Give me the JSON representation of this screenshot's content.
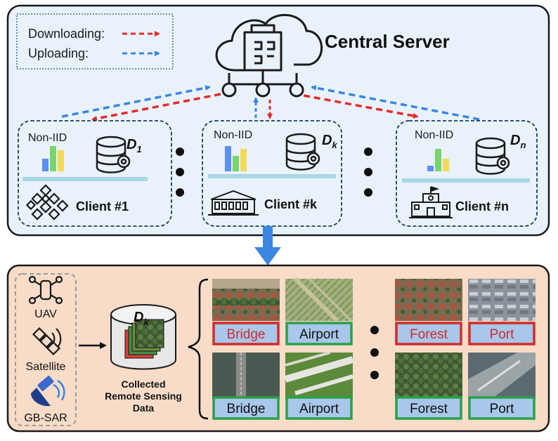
{
  "legend": {
    "downloading_label": "Downloading:",
    "uploading_label": "Uploading:",
    "download_color": "#e52a2a",
    "upload_color": "#3a86e0"
  },
  "server": {
    "title": "Central Server"
  },
  "clients": [
    {
      "noniid_label": "Non-IID",
      "dataset_label": "D",
      "dataset_sub": "1",
      "name": "Client #1",
      "icon": "drone-swarm-icon"
    },
    {
      "noniid_label": "Non-IID",
      "dataset_label": "D",
      "dataset_sub": "k",
      "name": "Client #k",
      "icon": "building-icon"
    },
    {
      "noniid_label": "Non-IID",
      "dataset_label": "D",
      "dataset_sub": "n",
      "name": "Client #n",
      "icon": "school-icon"
    }
  ],
  "sources": [
    {
      "label": "UAV",
      "icon": "uav-icon"
    },
    {
      "label": "Satellite",
      "icon": "satellite-icon"
    },
    {
      "label": "GB-SAR",
      "icon": "radar-icon"
    }
  ],
  "collected": {
    "dataset_label": "D",
    "dataset_sub": "k",
    "caption_line1": "Collected",
    "caption_line2": "Remote Sensing",
    "caption_line3": "Data"
  },
  "samples_top": [
    {
      "label": "Bridge",
      "status": "wrong"
    },
    {
      "label": "Airport",
      "status": "correct"
    },
    {
      "label": "Forest",
      "status": "wrong"
    },
    {
      "label": "Port",
      "status": "wrong"
    }
  ],
  "samples_bottom": [
    {
      "label": "Bridge",
      "status": "correct"
    },
    {
      "label": "Airport",
      "status": "correct"
    },
    {
      "label": "Forest",
      "status": "correct"
    },
    {
      "label": "Port",
      "status": "correct"
    }
  ],
  "colors": {
    "top_panel_bg": "#e9f2fb",
    "bottom_panel_bg": "#f8dcc8",
    "wrong_label": "#d42a2a",
    "correct_label": "#2aa04a",
    "bar_blue": "#5b8ff0",
    "bar_green": "#7bd36b",
    "bar_yellow": "#f2d95a",
    "big_arrow": "#3a86e0"
  }
}
